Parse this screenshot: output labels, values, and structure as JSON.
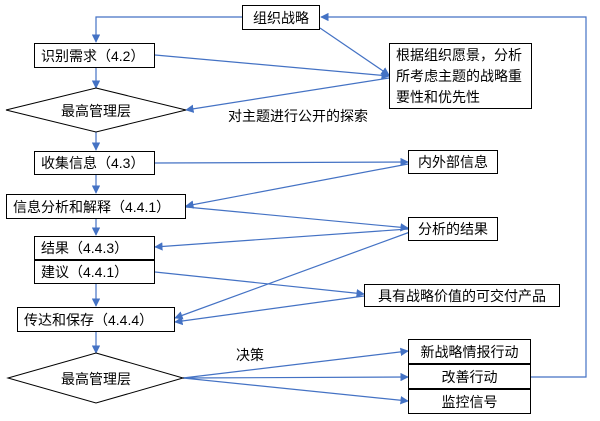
{
  "nodes": {
    "org_strategy": "组织战略",
    "identify_needs": "识别需求（4.2）",
    "top_mgmt_1": "最高管理层",
    "collect_info": "收集信息（4.3）",
    "analyze_interpret": "信息分析和解释（4.4.1）",
    "results": "结果（4.4.3）",
    "suggestions": "建议（4.4.1）",
    "communicate_save": "传达和保存（4.4.4）",
    "top_mgmt_2": "最高管理层",
    "vision_box": "根据组织愿景，分析所考虑主题的战略重要性和优先性",
    "internal_external_info": "内外部信息",
    "analysis_results": "分析的结果",
    "deliverables": "具有战略价值的可交付产品",
    "new_intel_action": "新战略情报行动",
    "improve_action": "改善行动",
    "monitor_signal": "监控信号"
  },
  "labels": {
    "open_explore": "对主题进行公开的探索",
    "decision": "决策"
  },
  "colors": {
    "arrow": "#4472C4",
    "border": "#000000"
  }
}
